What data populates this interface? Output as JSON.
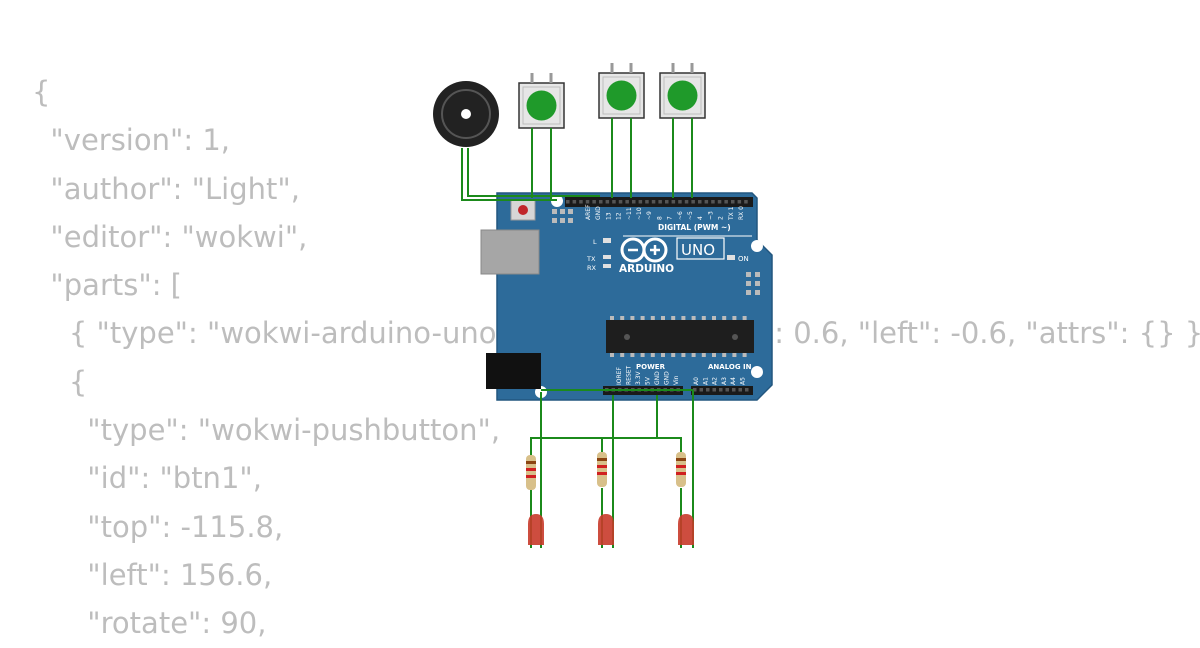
{
  "code": {
    "lines": [
      "{",
      "  \"version\": 1,",
      "  \"author\": \"Light\",",
      "  \"editor\": \"wokwi\",",
      "  \"parts\": [",
      "    { \"type\": \"wokwi-arduino-uno\", \"id\": \"uno\", \"top\": 0.6, \"left\": -0.6, \"attrs\": {} },",
      "    {",
      "      \"type\": \"wokwi-pushbutton\",",
      "      \"id\": \"btn1\",",
      "      \"top\": -115.8,",
      "      \"left\": 156.6,",
      "      \"rotate\": 90,"
    ]
  },
  "board": {
    "brand": "ARDUINO",
    "model": "UNO",
    "on_label": "ON",
    "l_label": "L",
    "tx_label": "TX",
    "rx_label": "RX",
    "digital_label": "DIGITAL (PWM ~)",
    "power_label": "POWER",
    "analog_label": "ANALOG IN",
    "top_pins": [
      "AREF",
      "GND",
      "13",
      "12",
      "~11",
      "~10",
      "~9",
      "8",
      "7",
      "~6",
      "~5",
      "4",
      "~3",
      "2",
      "TX 1",
      "RX 0"
    ],
    "bottom_pins": [
      "IOREF",
      "RESET",
      "3.3V",
      "5V",
      "GND",
      "GND",
      "Vin",
      "A0",
      "A1",
      "A2",
      "A3",
      "A4",
      "A5"
    ],
    "color": "#2d6b9a"
  },
  "colors": {
    "wire": "#1b8a1b",
    "button_cap": "#1f9a2a",
    "led": "#c83a2a",
    "code_text": "#bdbdbd"
  }
}
